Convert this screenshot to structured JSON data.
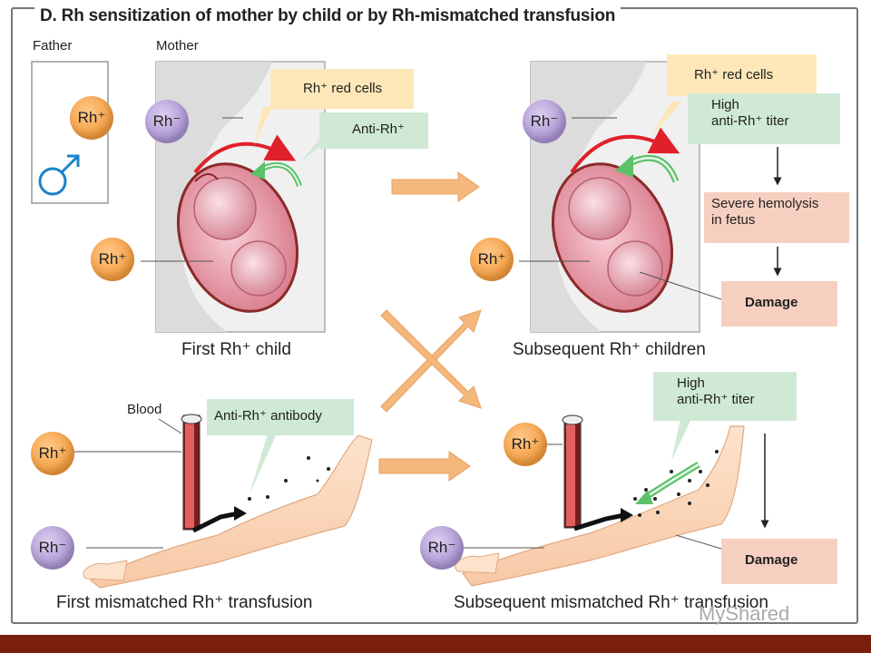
{
  "title": "D. Rh sensitization of mother by child or by Rh-mismatched transfusion",
  "labels": {
    "father": "Father",
    "mother": "Mother",
    "first_child": "First Rh⁺ child",
    "subsequent_children": "Subsequent Rh⁺ children",
    "blood": "Blood",
    "first_transfusion": "First mismatched Rh⁺ transfusion",
    "subsequent_transfusion": "Subsequent mismatched Rh⁺ transfusion"
  },
  "boxes": {
    "rh_red_cells_1": "Rh⁺ red cells",
    "anti_rh_1": "Anti-Rh⁺",
    "rh_red_cells_2": "Rh⁺ red cells",
    "high_titer_top_1": "High",
    "high_titer_top_2": "anti-Rh⁺ titer",
    "severe_1": "Severe hemolysis",
    "severe_2": "in fetus",
    "damage_top": "Damage",
    "anti_rh_antibody": "Anti-Rh⁺ antibody",
    "high_titer_bottom_1": "High",
    "high_titer_bottom_2": "anti-Rh⁺ titer",
    "damage_bottom": "Damage"
  },
  "circles": {
    "rh_pos": "Rh⁺",
    "rh_neg": "Rh⁻"
  },
  "symbols": {
    "male": "♂"
  },
  "watermark": "MyShared",
  "colors": {
    "orange_box": "#fde7b8",
    "green_box": "#cfe9d5",
    "pink_box": "#f7cfc0",
    "arrow_tan": "#f4b87c",
    "footer": "#7a1e0e",
    "red_arrow": "#e0202a",
    "green_arrow": "#5cc26a",
    "male_symbol": "#1a84c8"
  }
}
